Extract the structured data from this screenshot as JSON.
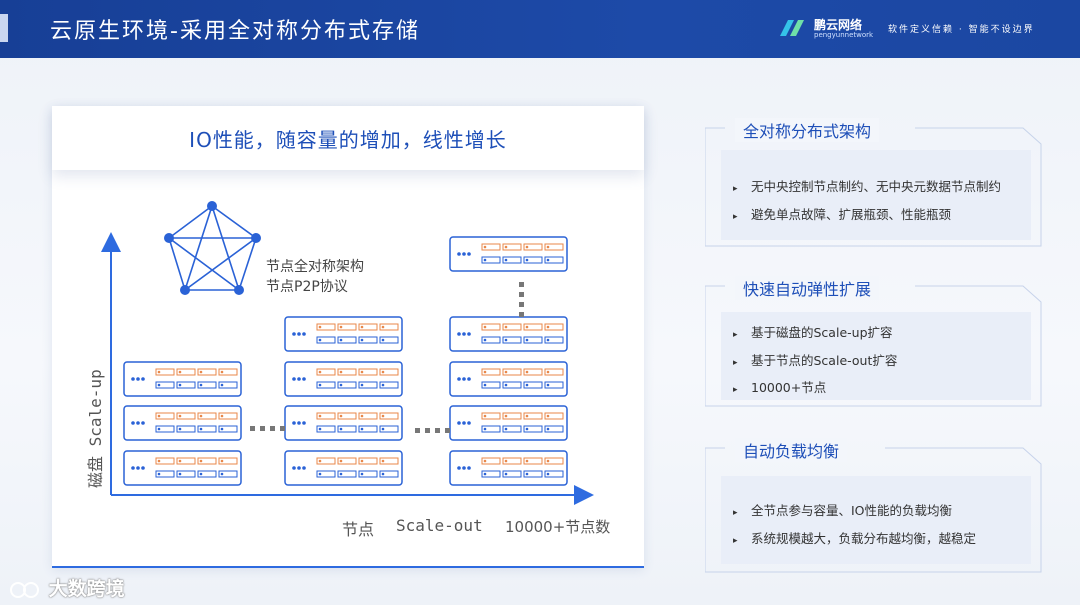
{
  "header": {
    "title": "云原生环境-采用全对称分布式存储",
    "brand_name": "鹏云网络",
    "brand_sub": "pengyunnetwork",
    "slogan": "软件定义信赖 · 智能不设边界"
  },
  "left": {
    "banner": "IO性能，随容量的增加，线性增长",
    "p2p_label_1": "节点全对称架构",
    "p2p_label_2": "节点P2P协议",
    "y_axis_label": "磁盘 Scale-up",
    "x_label_1": "节点",
    "x_label_2": "Scale-out",
    "x_label_3": "10000+节点数"
  },
  "sections": [
    {
      "title": "全对称分布式架构",
      "bullets": [
        "无中央控制节点制约、无中央元数据节点制约",
        "避免单点故障、扩展瓶颈、性能瓶颈"
      ]
    },
    {
      "title": "快速自动弹性扩展",
      "bullets": [
        "基于磁盘的Scale-up扩容",
        "基于节点的Scale-out扩容",
        "10000+节点"
      ]
    },
    {
      "title": "自动负载均衡",
      "bullets": [
        "全节点参与容量、IO性能的负载均衡",
        "系统规模越大，负载分布越均衡，越稳定"
      ]
    }
  ],
  "watermark": "大数跨境",
  "colors": {
    "header_bg": "#1d4aa8",
    "accent_blue": "#1e4fb8",
    "server_border": "#2a62d6",
    "disk_orange": "#e8874a",
    "axis_blue": "#2e6be0"
  },
  "icons": {
    "arrow": "▸",
    "server": "server-icon",
    "network": "pentagon-network-icon"
  }
}
